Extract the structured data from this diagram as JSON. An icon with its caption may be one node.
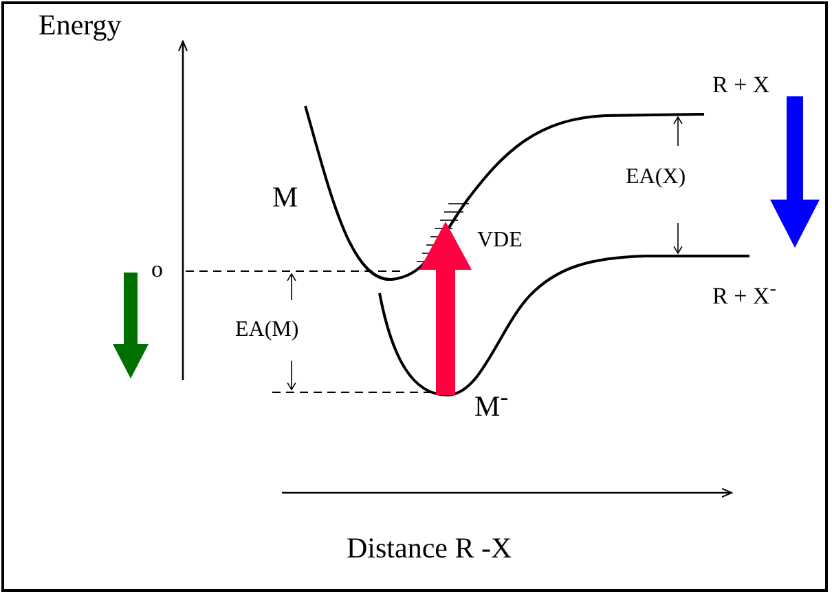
{
  "diagram": {
    "labels": [
      "Energy",
      "R + X",
      "M",
      "VDE",
      "EA(X)",
      "o",
      "R + X$^{-}$",
      "EA(M)",
      "M$^{-}$",
      "Distance R -X"
    ]
  }
}
